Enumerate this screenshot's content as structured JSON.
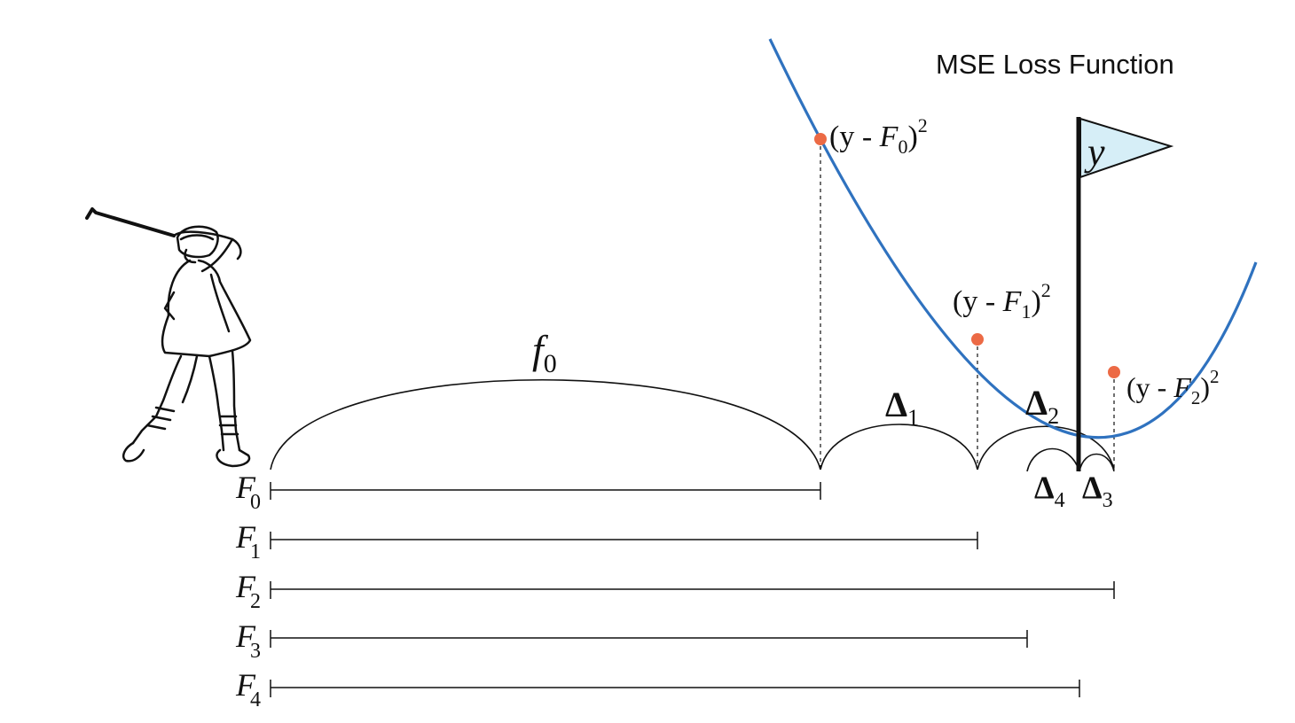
{
  "title": "MSE Loss Function",
  "flag_label": "y",
  "colors": {
    "curve": "#2f72bf",
    "point": "#ec6a45",
    "flag_fill": "#d6eef7",
    "line": "#111111"
  },
  "step_arc_label": {
    "base": "f",
    "sub": "0"
  },
  "deltas": [
    {
      "base": "Δ",
      "sub": "1"
    },
    {
      "base": "Δ",
      "sub": "2"
    },
    {
      "base": "Δ",
      "sub": "4"
    },
    {
      "base": "Δ",
      "sub": "3"
    }
  ],
  "loss_points": [
    {
      "pre": "(y - ",
      "var": "F",
      "sub": "0",
      "sup": "2"
    },
    {
      "pre": "(y - ",
      "var": "F",
      "sub": "1",
      "sup": "2"
    },
    {
      "pre": "(y - ",
      "var": "F",
      "sub": "2",
      "sup": "2"
    }
  ],
  "rows": [
    {
      "base": "F",
      "sub": "0"
    },
    {
      "base": "F",
      "sub": "1"
    },
    {
      "base": "F",
      "sub": "2"
    },
    {
      "base": "F",
      "sub": "3"
    },
    {
      "base": "F",
      "sub": "4"
    }
  ]
}
